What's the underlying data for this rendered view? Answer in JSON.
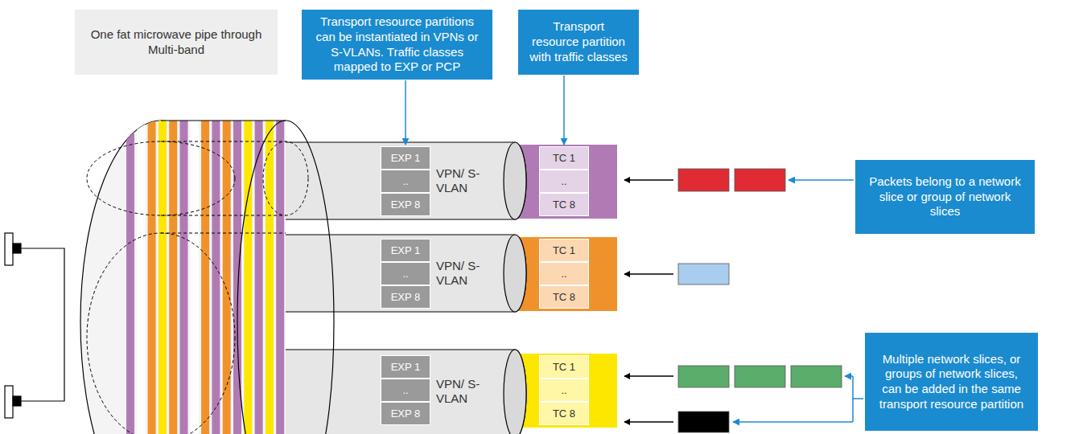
{
  "diagram": {
    "nodes": [
      {
        "text": [
          "One fat microwave pipe through Multi-band"
        ]
      },
      {
        "text": [
          "Transport resource partitions can be instantiated in VPNs or S-VLANs. Traffic classes mapped to EXP or PCP"
        ]
      },
      {
        "text": [
          "Transport resource partition with traffic classes"
        ]
      },
      {
        "text": [
          "Packets belong to a network slice or group of network slices"
        ]
      },
      {
        "text": [
          "Multiple network slices, or groups of network slices, can be added in the same transport resource partition"
        ]
      },
      {
        "text": [
          "VPN/ S-VLAN"
        ]
      },
      {
        "text": [
          "EXP 1"
        ],
        "in": 5
      },
      {
        "text": [
          ".."
        ],
        "in": 5
      },
      {
        "text": [
          "EXP 8"
        ],
        "in": 5
      },
      {
        "text": [
          "VPN/ S-VLAN"
        ]
      },
      {
        "text": [
          "EXP 1"
        ],
        "in": 9
      },
      {
        "text": [
          ".."
        ],
        "in": 9
      },
      {
        "text": [
          "EXP 8"
        ],
        "in": 9
      },
      {
        "text": [
          "VPN/ S-VLAN"
        ]
      },
      {
        "text": [
          "EXP 1"
        ],
        "in": 13
      },
      {
        "text": [
          ".."
        ],
        "in": 13
      },
      {
        "text": [
          "EXP 8"
        ],
        "in": 13
      },
      {
        "text": [
          "TC 1"
        ]
      },
      {
        "text": [
          ".."
        ]
      },
      {
        "text": [
          "TC 8"
        ]
      },
      {
        "text": [
          "TC 1"
        ]
      },
      {
        "text": [
          ".."
        ]
      },
      {
        "text": [
          "TC 8"
        ]
      },
      {
        "text": [
          "TC 1"
        ]
      },
      {
        "text": [
          ".."
        ]
      },
      {
        "text": [
          "TC 8"
        ]
      }
    ],
    "edges": [
      {
        "from": 1,
        "to": 6,
        "arrow": "to"
      },
      {
        "from": 2,
        "to": 17,
        "arrow": "to"
      }
    ]
  }
}
